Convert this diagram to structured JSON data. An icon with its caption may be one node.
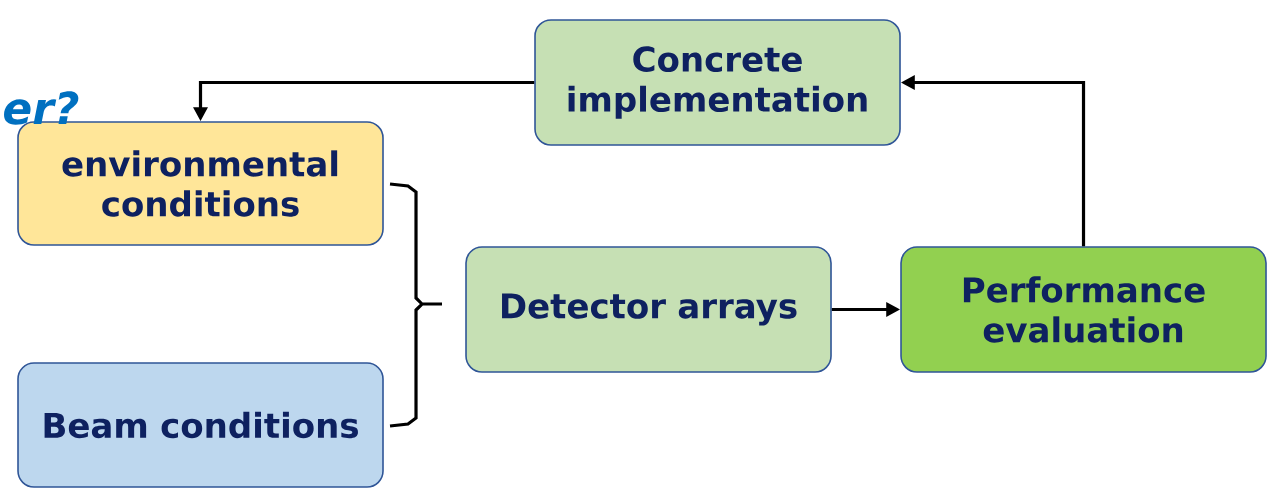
{
  "diagram": {
    "nodes": [
      {
        "text": [
          "Concrete implementation"
        ]
      },
      {
        "text": [
          "environmental conditions"
        ]
      },
      {
        "text": [
          "Beam conditions"
        ]
      },
      {
        "text": [
          "Detector arrays"
        ]
      },
      {
        "text": [
          "Performance evaluation"
        ]
      }
    ],
    "edges": [
      {
        "from": 0,
        "to": 1,
        "arrow": "to"
      },
      {
        "from": 3,
        "to": 4,
        "arrow": "to"
      },
      {
        "from": 4,
        "to": 0,
        "arrow": "to"
      }
    ],
    "labels": [
      "er?"
    ]
  }
}
